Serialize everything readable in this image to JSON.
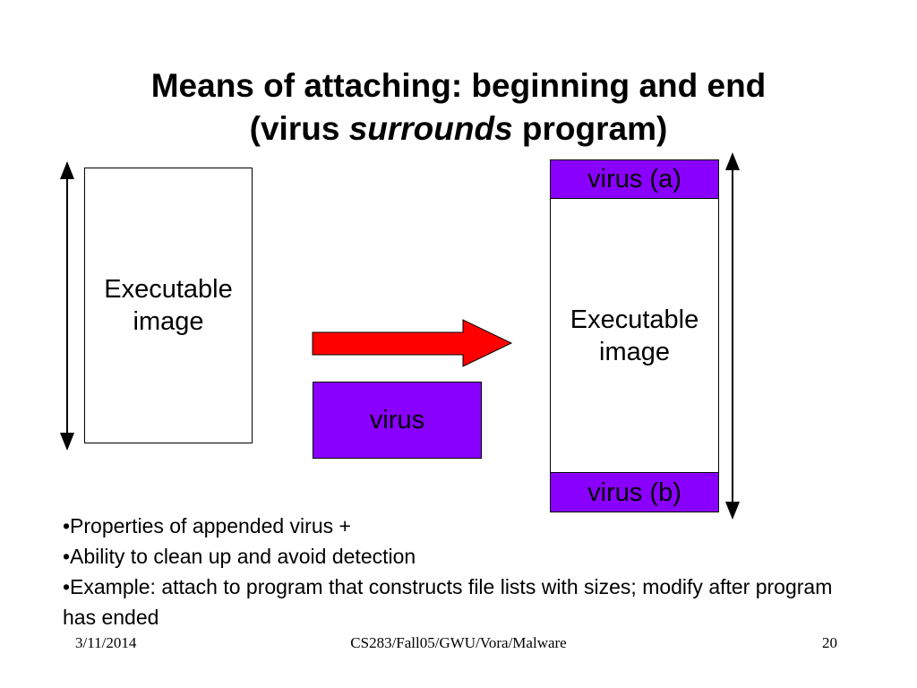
{
  "slide": {
    "title_line1": "Means of attaching: beginning and end",
    "title_line2_pre": "(virus ",
    "title_line2_em": "surrounds",
    "title_line2_post": " program)"
  },
  "diagram": {
    "left_box": {
      "line1": "Executable",
      "line2": "image"
    },
    "virus_box": "virus",
    "right_box": {
      "top": "virus (a)",
      "line1": "Executable",
      "line2": "image",
      "bottom": "virus (b)"
    },
    "colors": {
      "virus": "#8a00ff",
      "arrow": "#ff0000"
    }
  },
  "bullets": [
    "•Properties of appended virus +",
    "•Ability to clean up and avoid detection",
    "•Example: attach to program that constructs file lists with sizes; modify after program has ended"
  ],
  "footer": {
    "date": "3/11/2014",
    "center": "CS283/Fall05/GWU/Vora/Malware",
    "page": "20"
  }
}
